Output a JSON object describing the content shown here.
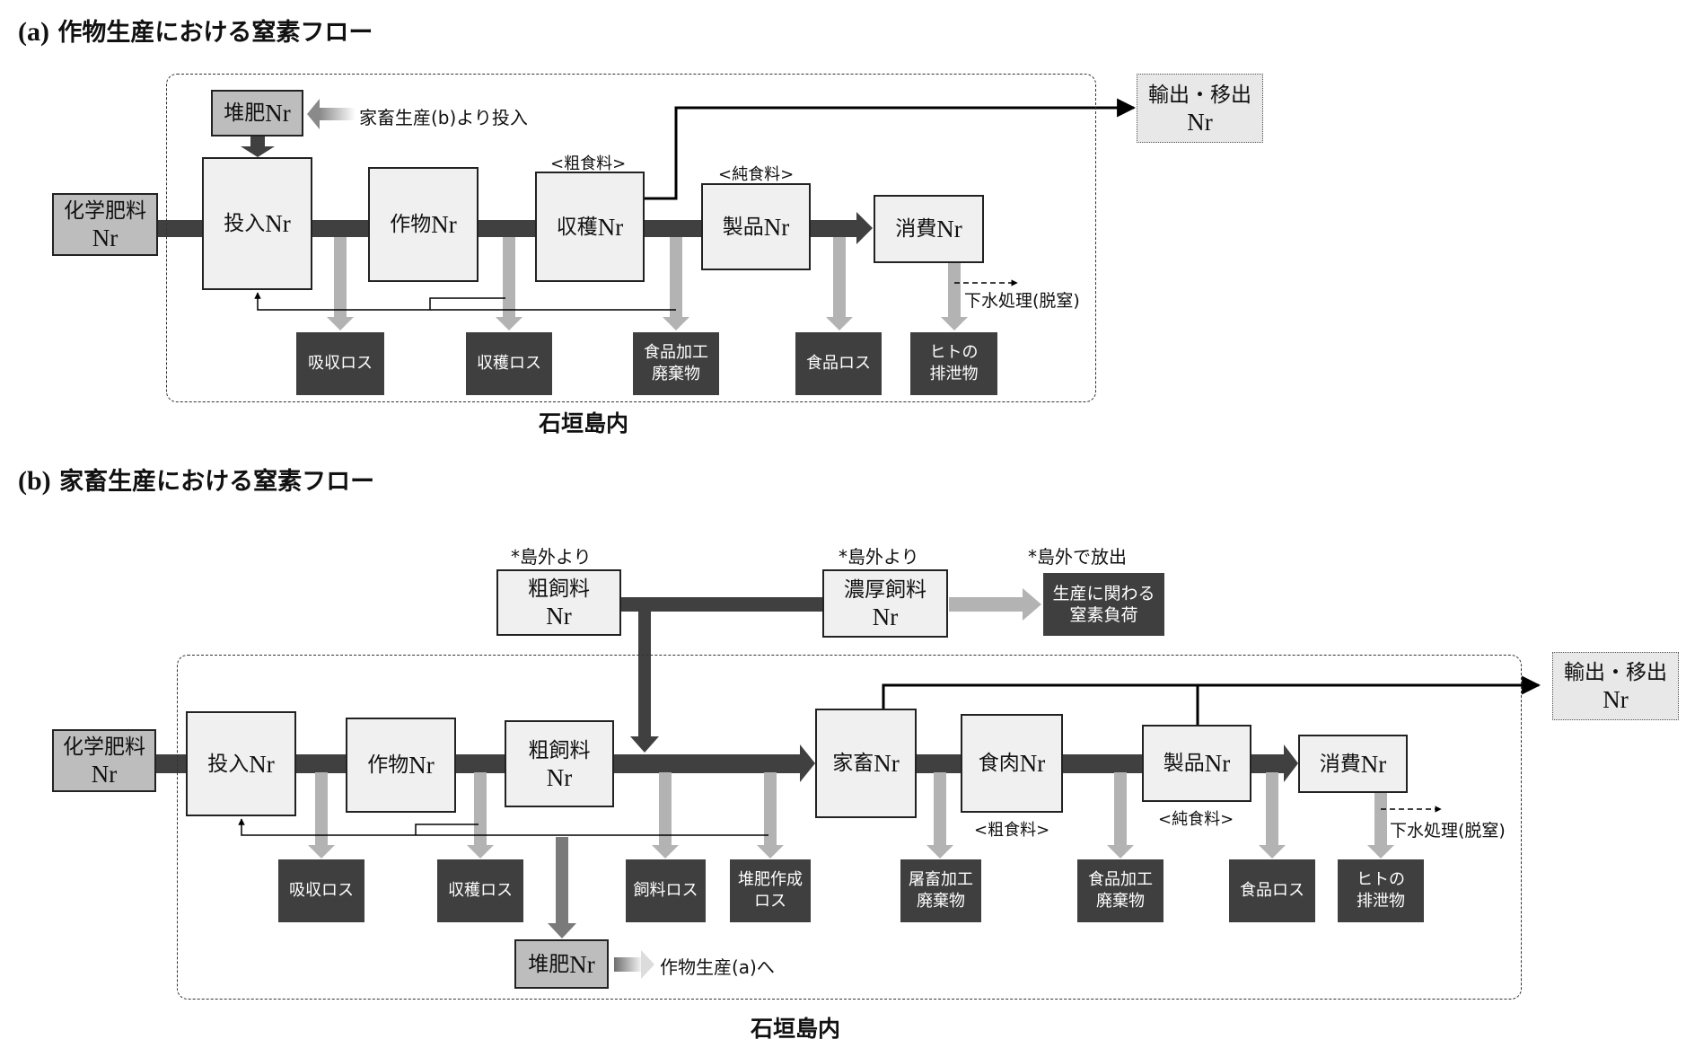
{
  "diagram_a": {
    "title_prefix": "(a)",
    "title": "作物生産における窒素フロー",
    "region_label": "石垣島内",
    "stocks": {
      "chemical_fertilizer": {
        "line1": "化学肥料",
        "line2": "Nr"
      },
      "compost": {
        "line1": "堆肥",
        "line2": "Nr"
      },
      "input": {
        "line1": "投入",
        "line2": "Nr"
      },
      "crop": {
        "line1": "作物",
        "line2": "Nr"
      },
      "harvest": {
        "line1": "収穫",
        "line2": "Nr"
      },
      "product": {
        "line1": "製品",
        "line2": "Nr"
      },
      "consumption": {
        "line1": "消費",
        "line2": "Nr"
      },
      "export": {
        "line1": "輸出・移出",
        "line2": "Nr"
      }
    },
    "annotations": {
      "compost_source": "家畜生産(b)より投入",
      "crude_food": "<粗食料>",
      "net_food": "<純食料>",
      "sewage": "下水処理(脱窒)"
    },
    "losses": [
      {
        "line1": "吸収ロス",
        "line2": ""
      },
      {
        "line1": "収穫ロス",
        "line2": ""
      },
      {
        "line1": "食品加工",
        "line2": "廃棄物"
      },
      {
        "line1": "食品ロス",
        "line2": ""
      },
      {
        "line1": "ヒトの",
        "line2": "排泄物"
      }
    ]
  },
  "diagram_b": {
    "title_prefix": "(b)",
    "title": "家畜生産における窒素フロー",
    "region_label": "石垣島内",
    "stocks": {
      "roughage_import": {
        "line1": "粗飼料",
        "line2": "Nr"
      },
      "concentrate_import": {
        "line1": "濃厚飼料",
        "line2": "Nr"
      },
      "chemical_fertilizer": {
        "line1": "化学肥料",
        "line2": "Nr"
      },
      "input": {
        "line1": "投入",
        "line2": "Nr"
      },
      "crop": {
        "line1": "作物",
        "line2": "Nr"
      },
      "roughage": {
        "line1": "粗飼料",
        "line2": "Nr"
      },
      "livestock": {
        "line1": "家畜",
        "line2": "Nr"
      },
      "meat": {
        "line1": "食肉",
        "line2": "Nr"
      },
      "product": {
        "line1": "製品",
        "line2": "Nr"
      },
      "consumption": {
        "line1": "消費",
        "line2": "Nr"
      },
      "compost": {
        "line1": "堆肥",
        "line2": "Nr"
      },
      "export": {
        "line1": "輸出・移出",
        "line2": "Nr"
      }
    },
    "annotations": {
      "from_outside_1": "*島外より",
      "from_outside_2": "*島外より",
      "released_outside": "*島外で放出",
      "crude_food": "<粗食料>",
      "net_food": "<純食料>",
      "sewage": "下水処理(脱窒)",
      "compost_dest": "作物生産(a)へ"
    },
    "burden": {
      "line1": "生産に関わる",
      "line2": "窒素負荷"
    },
    "losses": [
      {
        "line1": "吸収ロス",
        "line2": ""
      },
      {
        "line1": "収穫ロス",
        "line2": ""
      },
      {
        "line1": "飼料ロス",
        "line2": ""
      },
      {
        "line1": "堆肥作成",
        "line2": "ロス"
      },
      {
        "line1": "屠畜加工",
        "line2": "廃棄物"
      },
      {
        "line1": "食品加工",
        "line2": "廃棄物"
      },
      {
        "line1": "食品ロス",
        "line2": ""
      },
      {
        "line1": "ヒトの",
        "line2": "排泄物"
      }
    ]
  },
  "colors": {
    "main_flow": "#404040",
    "loss_flow": "#b3b3b3",
    "compost_flow": "#7a7a7a",
    "loss_box": "#3f3f3f",
    "stock_fill": "#f0f0f0",
    "external_fill": "#bdbdbd"
  }
}
